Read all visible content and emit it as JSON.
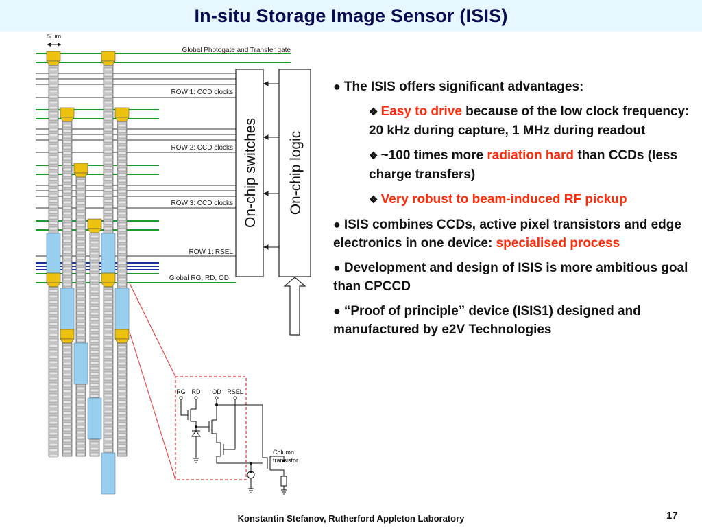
{
  "slide": {
    "title": "In-situ Storage Image Sensor (ISIS)",
    "footer": "Konstantin Stefanov, Rutherford Appleton Laboratory",
    "page_number": "17"
  },
  "diagram": {
    "scale_label": "5 µm",
    "line_labels": {
      "photogate": "Global Photogate and Transfer gate",
      "row1_ccd": "ROW 1: CCD clocks",
      "row2_ccd": "ROW 2: CCD clocks",
      "row3_ccd": "ROW 3: CCD clocks",
      "row1_rsel": "ROW 1: RSEL",
      "global_rg": "Global RG, RD, OD"
    },
    "switches_box": "On-chip switches",
    "logic_box": "On-chip logic",
    "circuit": {
      "terminals": [
        "RG",
        "RD",
        "OD",
        "RSEL"
      ],
      "column_transistor_line1": "Column",
      "column_transistor_line2": "transistor"
    },
    "colors": {
      "green_line": "#1a9c2a",
      "blue_line": "#1c2f9a",
      "gold_gate": "#ecc10f",
      "storage_blue": "#98cfef",
      "highlight_red": "#ff2a0a"
    }
  },
  "bullets": [
    {
      "level": 1,
      "symbol": "●",
      "parts": [
        {
          "text": "The ISIS offers significant advantages:",
          "style": "normal"
        }
      ]
    },
    {
      "level": 2,
      "symbol": "❖",
      "parts": [
        {
          "text": "Easy to drive",
          "style": "red"
        },
        {
          "text": " because of the low clock frequency: 20 kHz during capture, 1 MHz during readout",
          "style": "normal"
        }
      ]
    },
    {
      "level": 2,
      "symbol": "❖",
      "parts": [
        {
          "text": "~100 times more ",
          "style": "normal"
        },
        {
          "text": "radiation hard",
          "style": "red"
        },
        {
          "text": " than CCDs (less charge transfers)",
          "style": "normal"
        }
      ]
    },
    {
      "level": 2,
      "symbol": "❖",
      "parts": [
        {
          "text": "Very robust to beam-induced RF pickup",
          "style": "red"
        }
      ]
    },
    {
      "level": 1,
      "symbol": "●",
      "parts": [
        {
          "text": "ISIS combines CCDs, active pixel transistors and edge electronics in one device: ",
          "style": "normal"
        },
        {
          "text": "specialised process",
          "style": "red"
        }
      ]
    },
    {
      "level": 1,
      "symbol": "●",
      "parts": [
        {
          "text": "Development and design of ISIS is more ambitious goal than CPCCD",
          "style": "normal"
        }
      ]
    },
    {
      "level": 1,
      "symbol": "●",
      "parts": [
        {
          "text": "“Proof of principle” device (ISIS1) designed and manufactured by e2V Technologies",
          "style": "normal"
        }
      ]
    }
  ]
}
